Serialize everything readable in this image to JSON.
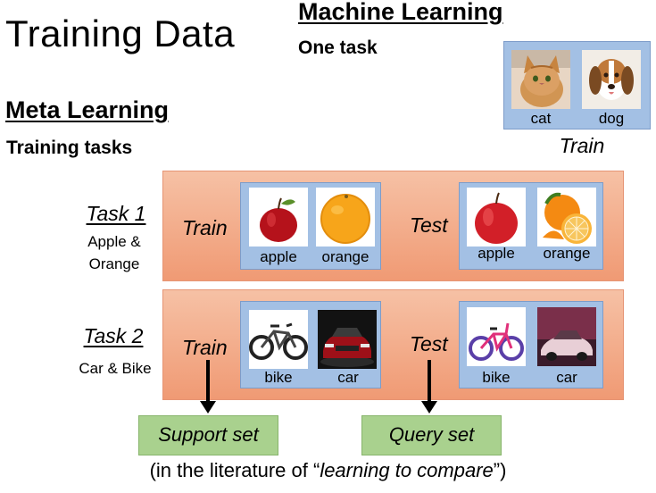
{
  "title": "Training Data",
  "machine_learning": {
    "heading": "Machine Learning",
    "subheading": "One task",
    "images": [
      {
        "label": "cat",
        "icon": "cat-photo"
      },
      {
        "label": "dog",
        "icon": "dog-photo"
      }
    ],
    "phase": "Train"
  },
  "meta_learning": {
    "heading": "Meta Learning",
    "subheading": "Training tasks",
    "tasks": [
      {
        "name": "Task 1",
        "description_line1": "Apple &",
        "description_line2": "Orange",
        "train_label": "Train",
        "test_label": "Test",
        "train_images": [
          {
            "label": "apple",
            "icon": "apple-photo"
          },
          {
            "label": "orange",
            "icon": "orange-photo"
          }
        ],
        "test_images": [
          {
            "label": "apple",
            "icon": "apple-photo"
          },
          {
            "label": "orange",
            "icon": "orange-slices-photo"
          }
        ]
      },
      {
        "name": "Task 2",
        "description_line1": "Car & Bike",
        "description_line2": "",
        "train_label": "Train",
        "test_label": "Test",
        "train_images": [
          {
            "label": "bike",
            "icon": "bike-photo"
          },
          {
            "label": "car",
            "icon": "car-photo"
          }
        ],
        "test_images": [
          {
            "label": "bike",
            "icon": "kids-bike-photo"
          },
          {
            "label": "car",
            "icon": "car-photo"
          }
        ]
      }
    ]
  },
  "support_set": "Support set",
  "query_set": "Query set",
  "footer": {
    "before": "(in the literature of “",
    "emphasis": "learning to compare",
    "after": "”)"
  },
  "colors": {
    "task_band": "#f4ad8a",
    "image_panel": "#a3c0e4",
    "set_box": "#a9d18e"
  }
}
